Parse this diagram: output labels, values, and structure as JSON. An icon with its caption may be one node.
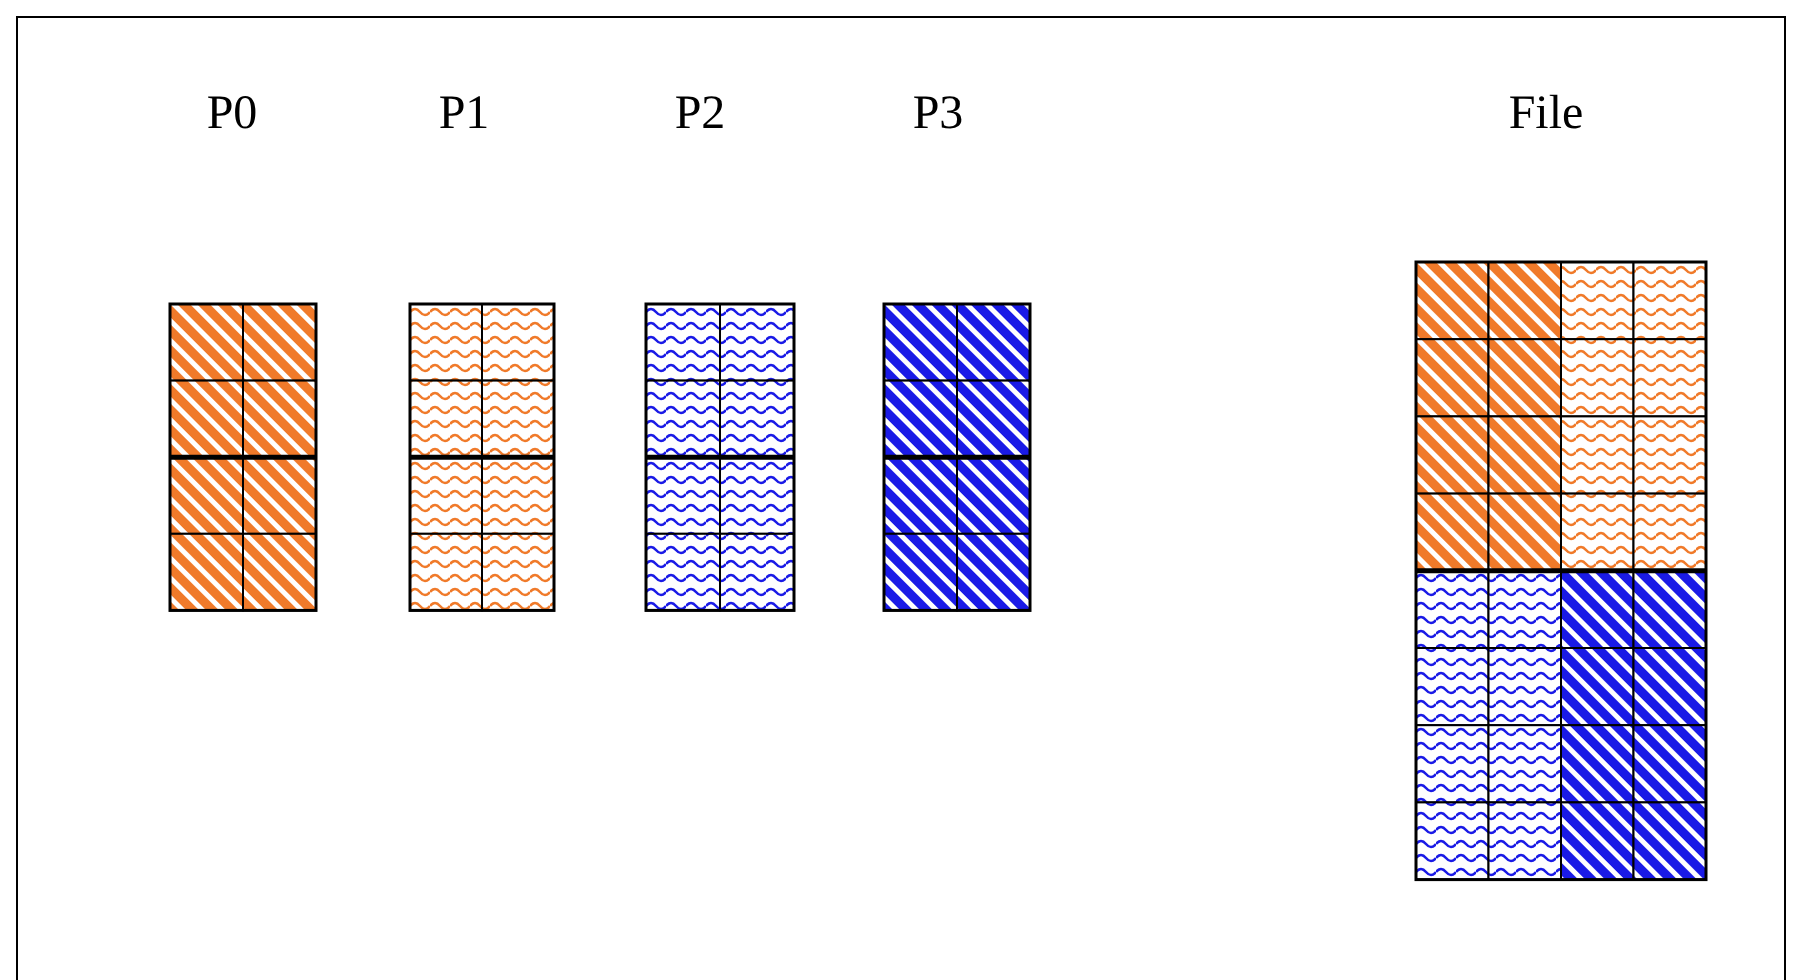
{
  "diagram": {
    "nodes": [
      {
        "text": [
          "P0"
        ]
      },
      {
        "text": [
          "P1"
        ]
      },
      {
        "text": [
          "P2"
        ]
      },
      {
        "text": [
          "P3"
        ]
      },
      {
        "text": [
          "File"
        ]
      }
    ]
  }
}
